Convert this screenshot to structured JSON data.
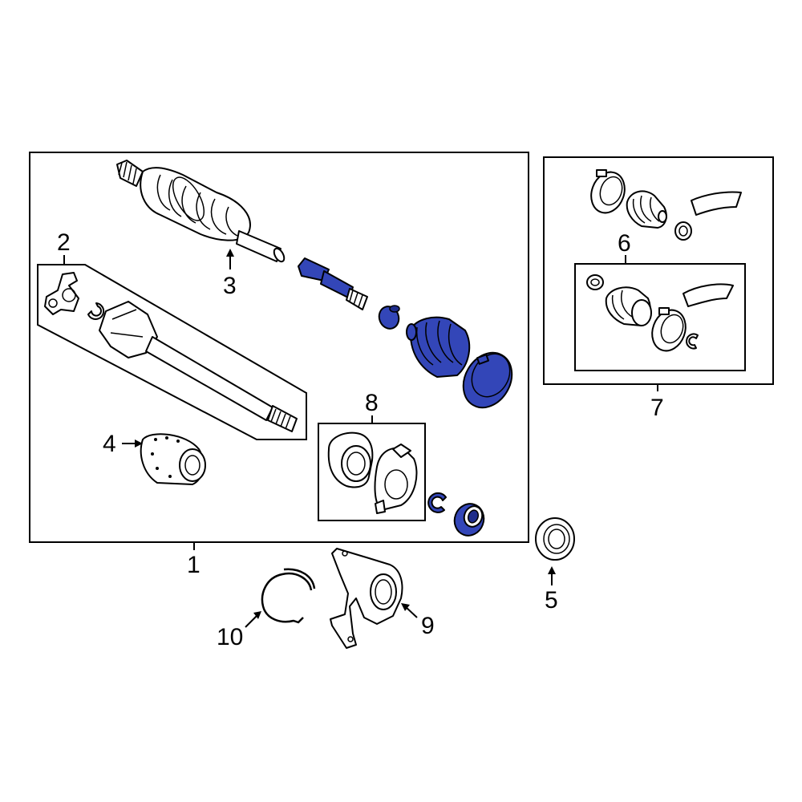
{
  "callouts": {
    "c1": "1",
    "c2": "2",
    "c3": "3",
    "c4": "4",
    "c5": "5",
    "c6": "6",
    "c7": "7",
    "c8": "8",
    "c9": "9",
    "c10": "10"
  },
  "colors": {
    "highlight": "#3346b8",
    "highlight_dark": "#1e2c8a",
    "line": "#000000",
    "background": "#ffffff"
  },
  "highlighted_parts": [
    "boot-kit-inner-shaft",
    "boot-clamp",
    "cv-boot",
    "boot-large-band",
    "snap-ring",
    "dust-seal"
  ]
}
